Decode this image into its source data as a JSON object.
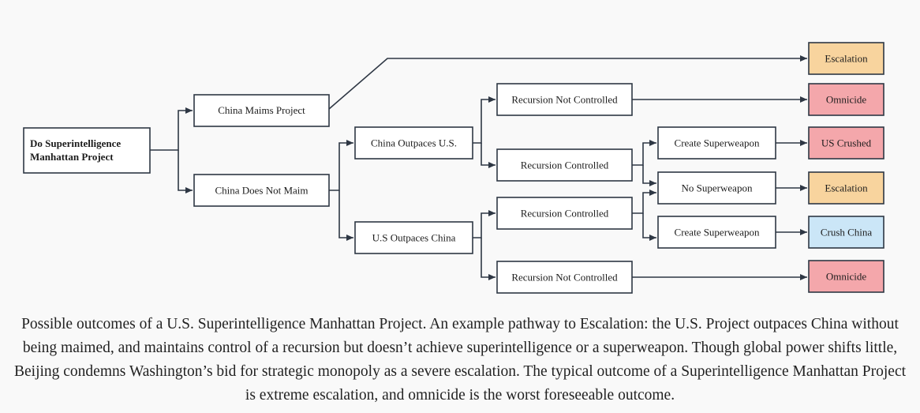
{
  "colors": {
    "escalation": "#f8d49e",
    "omnicide": "#f4a7ab",
    "us_crushed": "#f4a7ab",
    "crush_china": "#cbe6f7",
    "neutral": "#ffffff",
    "line": "#2e3744"
  },
  "nodes": {
    "root": [
      "Do Superintelligence",
      "Manhattan Project"
    ],
    "china_maims": "China Maims Project",
    "china_not_maim": "China Does Not Maim",
    "china_outpaces": "China Outpaces U.S.",
    "us_outpaces": "U.S Outpaces China",
    "rec_not_controlled_1": "Recursion Not Controlled",
    "rec_controlled_1": "Recursion Controlled",
    "rec_controlled_2": "Recursion Controlled",
    "rec_not_controlled_2": "Recursion Not Controlled",
    "create_superweapon_1": "Create Superweapon",
    "no_superweapon": "No Superweapon",
    "create_superweapon_2": "Create Superweapon",
    "out_escalation_1": "Escalation",
    "out_omnicide_1": "Omnicide",
    "out_us_crushed": "US Crushed",
    "out_escalation_2": "Escalation",
    "out_crush_china": "Crush China",
    "out_omnicide_2": "Omnicide"
  },
  "caption": "Possible outcomes of a U.S. Superintelligence Manhattan Project. An example pathway to Escalation: the U.S. Project outpaces China without being maimed, and maintains control of a recursion but doesn’t achieve superintelligence or a superweapon. Though global power shifts little, Beijing condemns Washington’s bid for strategic monopoly as a severe escalation. The typical outcome of a Superintelligence Manhattan Project is extreme escalation, and omnicide is the worst foreseeable outcome."
}
